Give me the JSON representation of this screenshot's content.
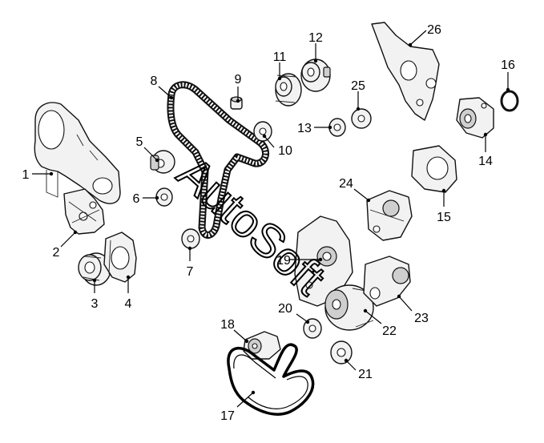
{
  "diagram": {
    "callouts": [
      "1",
      "2",
      "3",
      "4",
      "5",
      "6",
      "7",
      "8",
      "9",
      "10",
      "11",
      "12",
      "13",
      "14",
      "15",
      "16",
      "17",
      "18",
      "19",
      "20",
      "21",
      "22",
      "23",
      "24",
      "25",
      "26"
    ],
    "watermark": "AutoSoft"
  }
}
